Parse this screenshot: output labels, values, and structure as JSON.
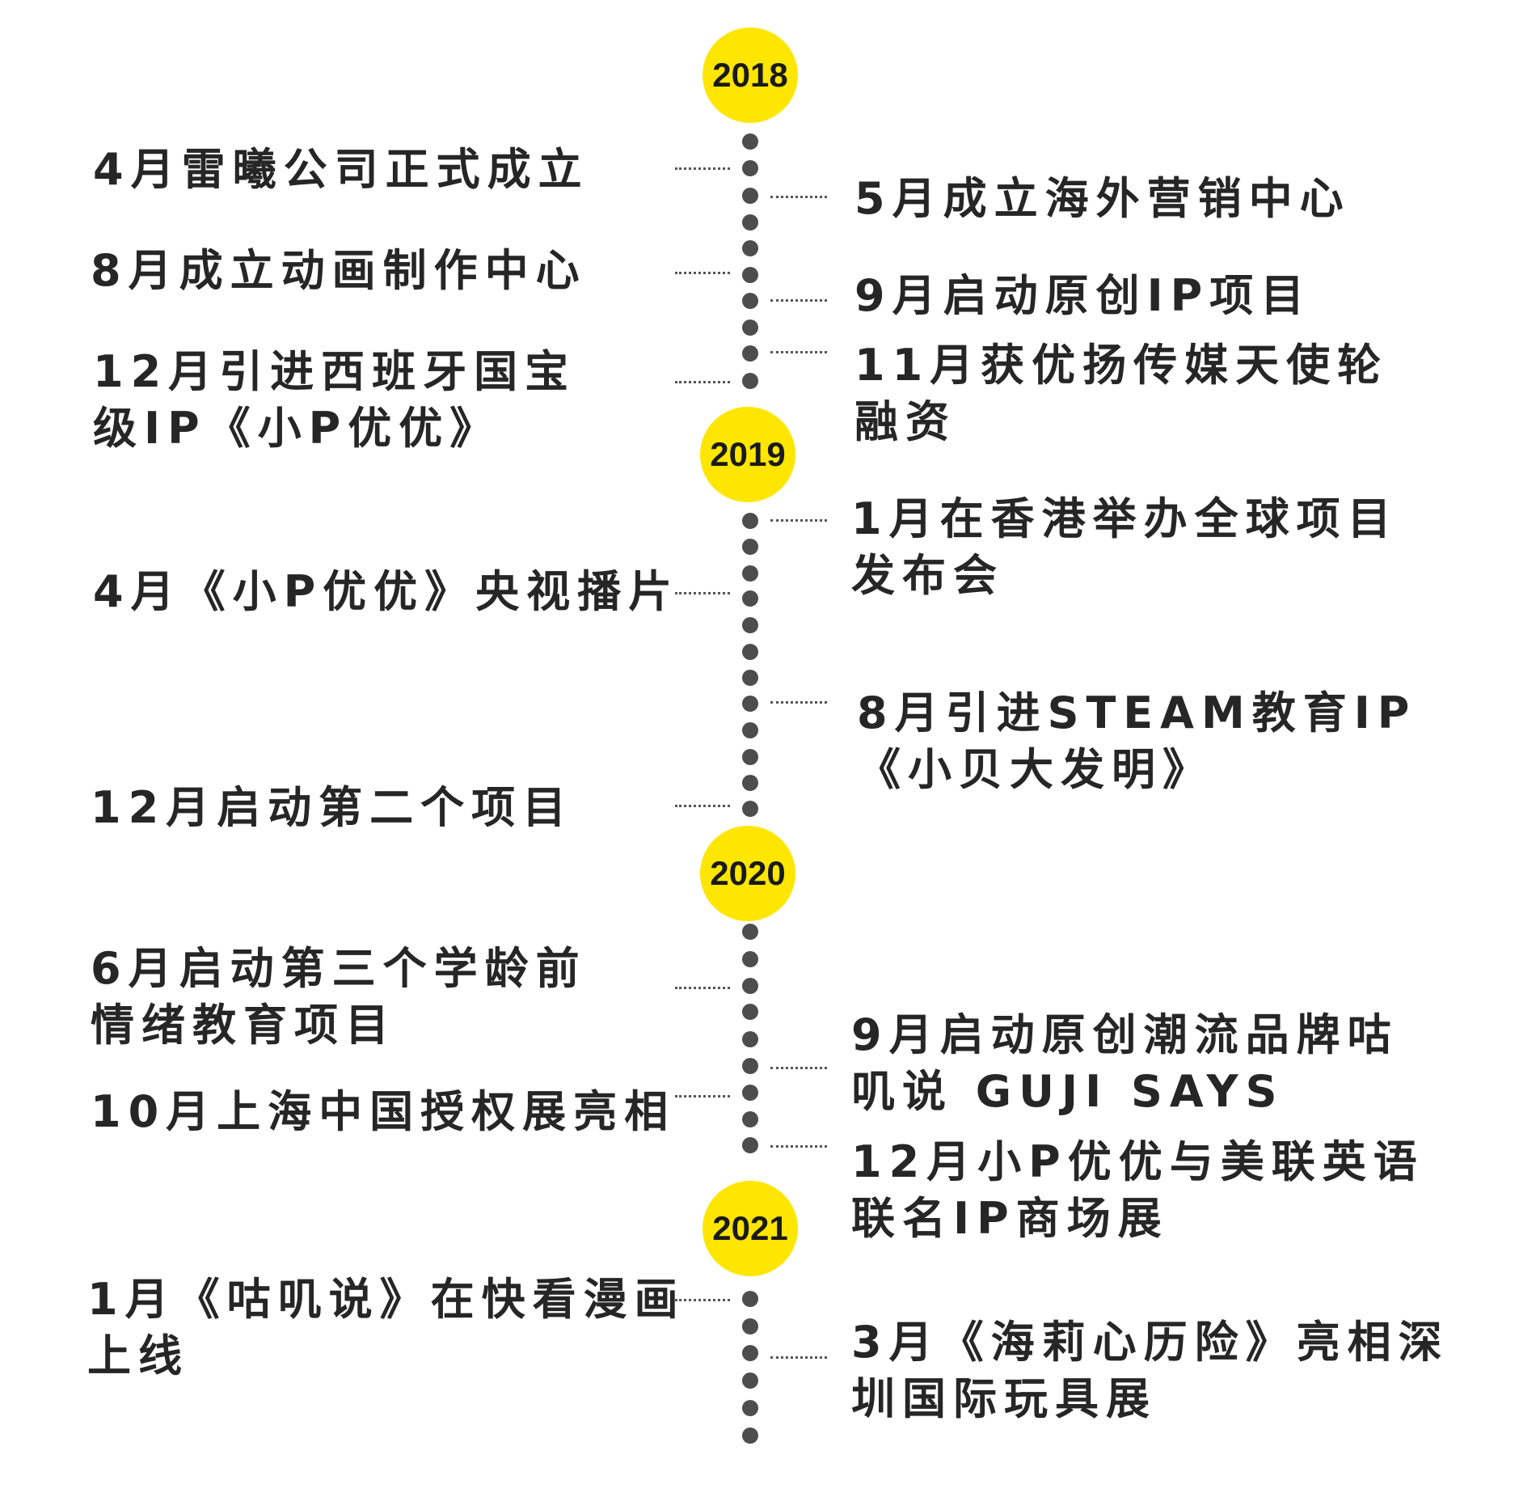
{
  "timeline": {
    "years": [
      "2018",
      "2019",
      "2020",
      "2021"
    ],
    "events_left": [
      {
        "lines": [
          "4月雷曦公司正式成立"
        ]
      },
      {
        "lines": [
          "8月成立动画制作中心"
        ]
      },
      {
        "lines": [
          "12月引进西班牙国宝",
          "级IP《小P优优》"
        ]
      },
      {
        "lines": [
          "4月《小P优优》央视播片"
        ]
      },
      {
        "lines": [
          "12月启动第二个项目"
        ]
      },
      {
        "lines": [
          "6月启动第三个学龄前",
          "情绪教育项目"
        ]
      },
      {
        "lines": [
          "10月上海中国授权展亮相"
        ]
      },
      {
        "lines": [
          "1月《咕叽说》在快看漫画",
          "上线"
        ]
      }
    ],
    "events_right": [
      {
        "lines": [
          "5月成立海外营销中心"
        ]
      },
      {
        "lines": [
          "9月启动原创IP项目"
        ]
      },
      {
        "lines": [
          "11月获优扬传媒天使轮",
          "融资"
        ]
      },
      {
        "lines": [
          "1月在香港举办全球项目",
          "发布会"
        ]
      },
      {
        "lines": [
          "8月引进STEAM教育IP",
          "《小贝大发明》"
        ]
      },
      {
        "lines": [
          "9月启动原创潮流品牌咕",
          "叽说 GUJI SAYS"
        ]
      },
      {
        "lines": [
          "12月小P优优与美联英语",
          "联名IP商场展"
        ]
      },
      {
        "lines": [
          "3月《海莉心历险》亮相深",
          "圳国际玩具展"
        ]
      }
    ]
  },
  "colors": {
    "year_circle": "#FFE600",
    "dot": "#4d4d4d",
    "text": "#262626",
    "connector": "#555555"
  }
}
